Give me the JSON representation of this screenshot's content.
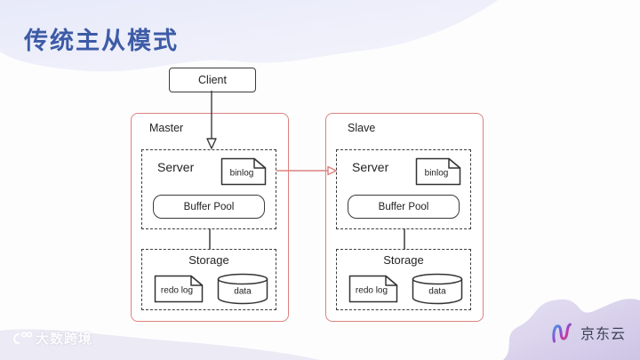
{
  "slide": {
    "title": "传统主从模式"
  },
  "diagram": {
    "client": {
      "label": "Client"
    },
    "groups": [
      {
        "label": "Master",
        "server": {
          "label": "Server",
          "binlog_label": "binlog",
          "buffer_pool_label": "Buffer Pool"
        },
        "storage": {
          "label": "Storage",
          "redo_log_label": "redo log",
          "data_label": "data"
        }
      },
      {
        "label": "Slave",
        "server": {
          "label": "Server",
          "binlog_label": "binlog",
          "buffer_pool_label": "Buffer Pool"
        },
        "storage": {
          "label": "Storage",
          "redo_log_label": "redo log",
          "data_label": "data"
        }
      }
    ],
    "icons": {
      "binlog": "file-document-icon",
      "redo_log": "file-document-icon",
      "data": "database-cylinder-icon"
    }
  },
  "footer": {
    "watermark": "大数跨境",
    "brand": "京东云"
  },
  "colors": {
    "title_blue": "#3d5ba6",
    "group_border_red": "#dd827e",
    "connector_dark": "#3a3a3a",
    "blob_lavender_top": "#e9ebf8",
    "blob_purple_bottom": "#d3cbe8"
  }
}
